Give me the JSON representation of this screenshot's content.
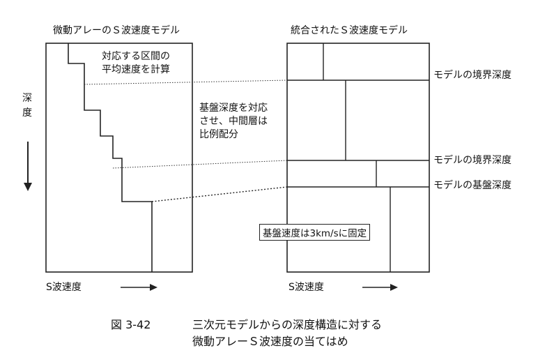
{
  "left_title": "微動アレーのＳ波速度モデル",
  "right_title": "統合されたＳ波速度モデル",
  "depth_label": "深\n度",
  "annotation_average": "対応する区間の\n平均速度を計算",
  "annotation_basement": "基盤深度を対応\nさせ、中間層は\n比例配分",
  "boundary_label_1": "モデルの境界深度",
  "boundary_label_2": "モデルの境界深度",
  "basement_label": "モデルの基盤深度",
  "fixed_velocity_label": "基盤速度は3km/sに固定",
  "left_xlabel": "S波速度",
  "right_xlabel": "S波速度",
  "caption_number": "図 3-42",
  "caption_line1": "三次元モデルからの深度構造に対する",
  "caption_line2": "微動アレーＳ波速度の当てはめ"
}
